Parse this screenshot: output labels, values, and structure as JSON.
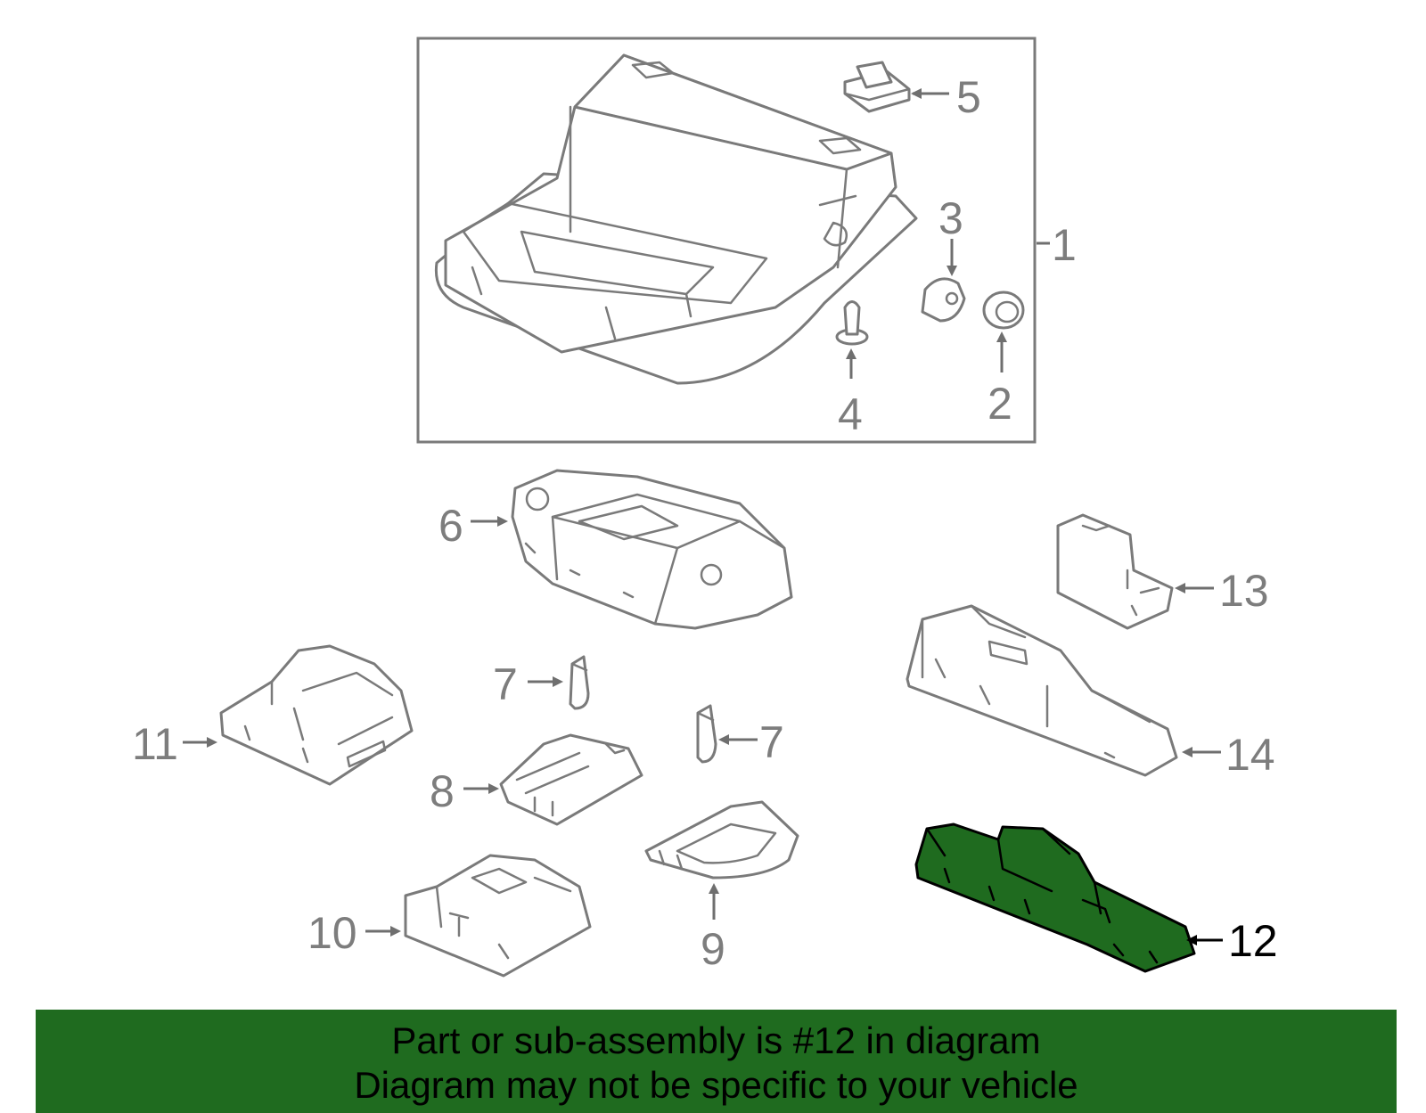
{
  "callouts": {
    "c1": "1",
    "c2": "2",
    "c3": "3",
    "c4": "4",
    "c5": "5",
    "c6": "6",
    "c7a": "7",
    "c7b": "7",
    "c8": "8",
    "c9": "9",
    "c10": "10",
    "c11": "11",
    "c12": "12",
    "c13": "13",
    "c14": "14"
  },
  "highlighted_part": "12",
  "colors": {
    "highlight": "#1f6b1f",
    "line_art": "#7a7a7a",
    "banner": "#1f6b1f"
  },
  "banner": {
    "line1": "Part or sub-assembly is #12 in diagram",
    "line2": "Diagram may not be specific to your vehicle"
  }
}
